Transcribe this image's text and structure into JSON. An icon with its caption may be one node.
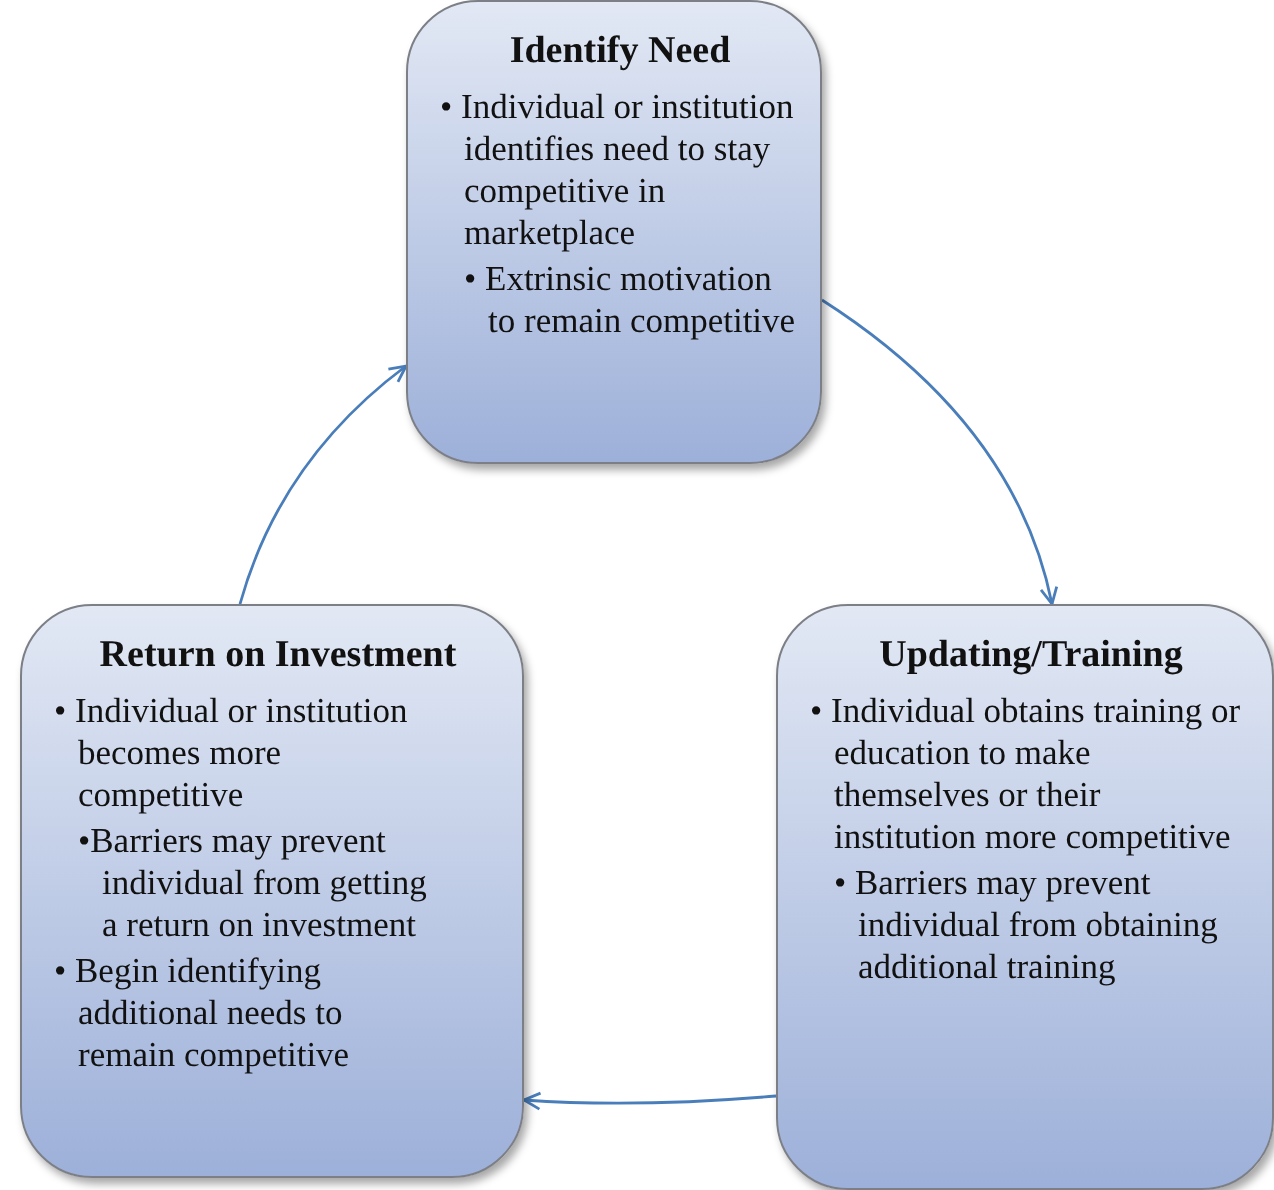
{
  "diagram": {
    "nodes": [
      {
        "text": [
          "Identify Need",
          "• Individual or institution identifies need to stay competitive in marketplace",
          "• Extrinsic motivation to remain competitive"
        ]
      },
      {
        "text": [
          "Updating/Training",
          "• Individual obtains training or education to make themselves or their institution more competitive",
          "• Barriers may prevent individual from obtaining additional training"
        ]
      },
      {
        "text": [
          "Return on Investment",
          "• Individual or institution becomes more competitive",
          "•Barriers may prevent individual from getting a return on investment",
          "• Begin identifying additional needs to remain competitive"
        ]
      }
    ],
    "edges": [
      {
        "from": 0,
        "to": 1,
        "arrow": "to"
      },
      {
        "from": 1,
        "to": 2,
        "arrow": "to"
      },
      {
        "from": 2,
        "to": 0,
        "arrow": "to"
      }
    ]
  }
}
